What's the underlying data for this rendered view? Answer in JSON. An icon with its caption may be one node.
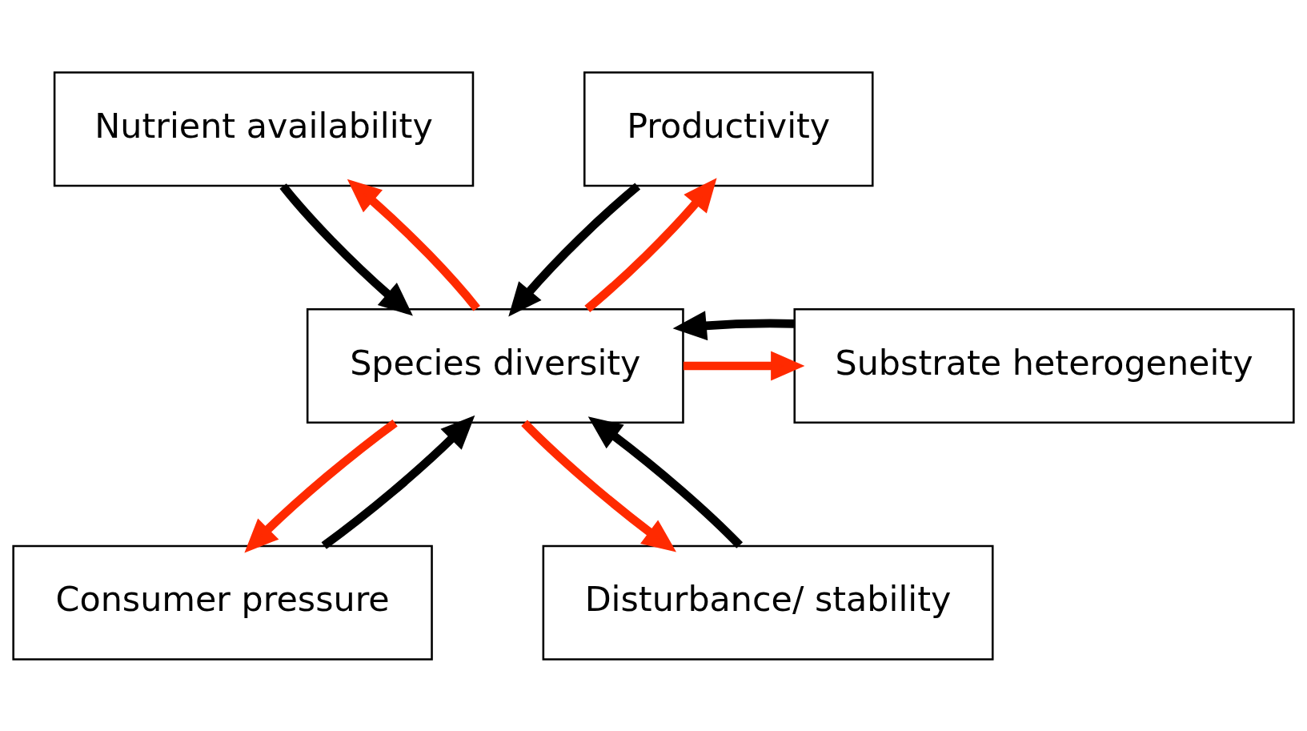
{
  "diagram": {
    "nodes": [
      {
        "text": [
          "Nutrient availability"
        ]
      },
      {
        "text": [
          "Productivity"
        ]
      },
      {
        "text": [
          "Species diversity"
        ]
      },
      {
        "text": [
          "Substrate heterogeneity"
        ]
      },
      {
        "text": [
          "Consumer pressure"
        ]
      },
      {
        "text": [
          "Disturbance/ stability"
        ]
      }
    ],
    "edges": [
      {
        "from": 2,
        "to": 0,
        "arrow": "to",
        "color": "#ff2a00"
      },
      {
        "from": 0,
        "to": 2,
        "arrow": "to",
        "color": "#000000"
      },
      {
        "from": 1,
        "to": 2,
        "arrow": "to",
        "color": "#000000"
      },
      {
        "from": 2,
        "to": 1,
        "arrow": "to",
        "color": "#ff2a00"
      },
      {
        "from": 2,
        "to": 3,
        "arrow": "to",
        "color": "#ff2a00"
      },
      {
        "from": 3,
        "to": 2,
        "arrow": "to",
        "color": "#000000"
      },
      {
        "from": 4,
        "to": 2,
        "arrow": "to",
        "color": "#000000"
      },
      {
        "from": 2,
        "to": 4,
        "arrow": "to",
        "color": "#ff2a00"
      },
      {
        "from": 2,
        "to": 5,
        "arrow": "to",
        "color": "#ff2a00"
      },
      {
        "from": 5,
        "to": 2,
        "arrow": "to",
        "color": "#000000"
      }
    ]
  }
}
